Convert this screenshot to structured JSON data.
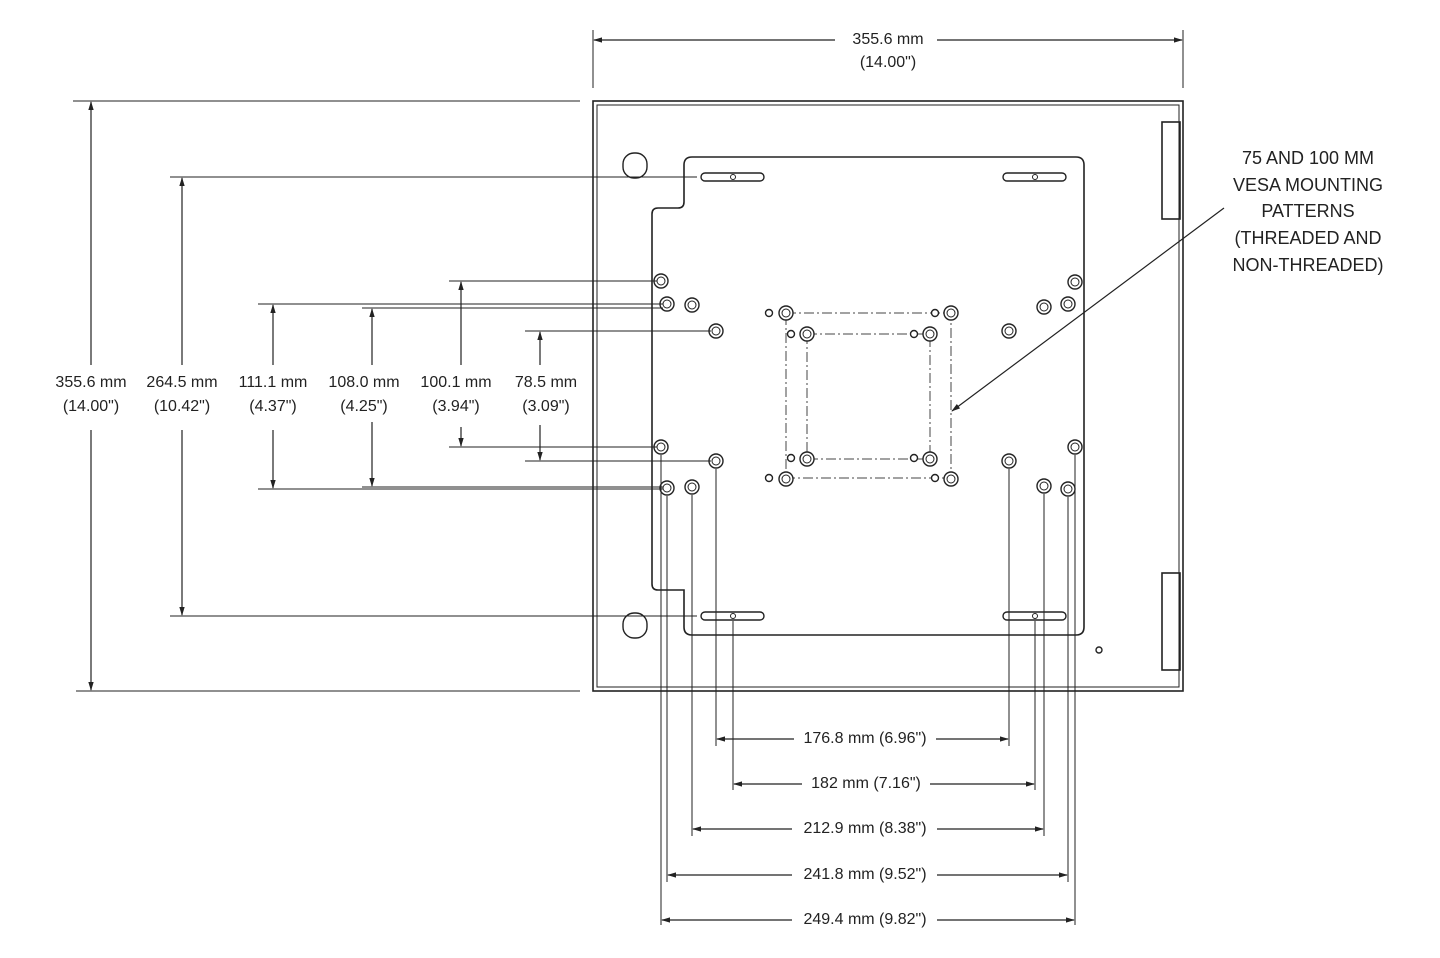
{
  "width_top": {
    "mm": "355.6 mm",
    "in": "(14.00\")"
  },
  "heights": [
    {
      "key": "h1",
      "mm": "355.6 mm",
      "in": "(14.00\")"
    },
    {
      "key": "h2",
      "mm": "264.5 mm",
      "in": "(10.42\")"
    },
    {
      "key": "h3",
      "mm": "111.1 mm",
      "in": "(4.37\")"
    },
    {
      "key": "h4",
      "mm": "108.0 mm",
      "in": "(4.25\")"
    },
    {
      "key": "h5",
      "mm": "100.1 mm",
      "in": "(3.94\")"
    },
    {
      "key": "h6",
      "mm": "78.5 mm",
      "in": "(3.09\")"
    }
  ],
  "widths_bottom": [
    "176.8 mm (6.96\")",
    "182 mm (7.16\")",
    "212.9 mm (8.38\")",
    "241.8 mm (9.52\")",
    "249.4 mm (9.82\")"
  ],
  "callout": {
    "lines": [
      "75 AND 100 MM",
      "VESA MOUNTING",
      "PATTERNS",
      "(THREADED AND",
      "NON-THREADED)"
    ]
  }
}
